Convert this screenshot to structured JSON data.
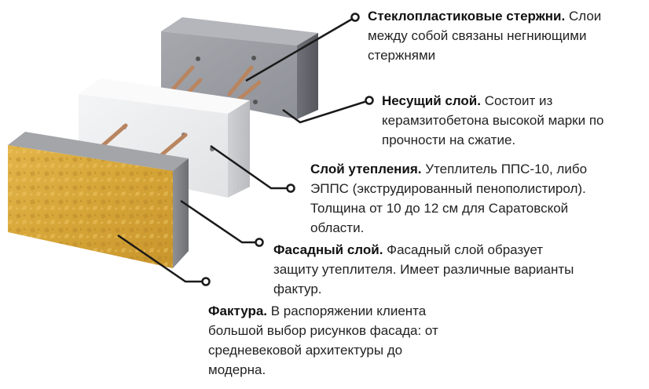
{
  "colors": {
    "leader_line": "#1a1a1a",
    "text": "#222222",
    "bearing_layer": "#9a9ca3",
    "insulation_layer": "#ecedee",
    "facade_texture": "#d9aa3a",
    "facade_edge": "#8e9093",
    "rods": "#b98560"
  },
  "labels": {
    "rods": {
      "title": "Стеклопластиковые стержни.",
      "desc": "Слои между собой связаны негниющими стержнями"
    },
    "bearing": {
      "title": "Несущий слой.",
      "desc": "Состоит из керамзитобетона высокой марки по прочности на сжатие."
    },
    "insulation": {
      "title": "Слой утепления.",
      "desc": "Утеплитель ППС-10, либо ЭППС (экструдированный пенополистирол). Толщина от 10 до 12 см для Саратовской области."
    },
    "facade": {
      "title": "Фасадный слой.",
      "desc": "Фасадный слой образует защиту утеплителя. Имеет различные варианты фактур."
    },
    "texture": {
      "title": "Фактура.",
      "desc": "В распоряжении клиента большой выбор рисунков фасада: от средневековой архитектуры до модерна."
    }
  }
}
